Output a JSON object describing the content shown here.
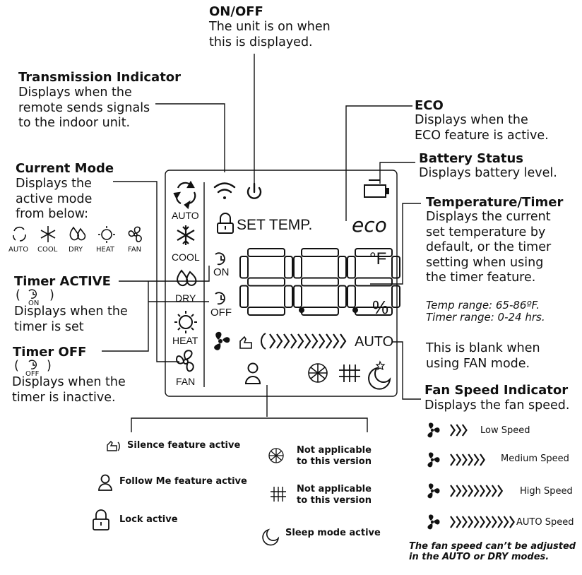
{
  "callouts": {
    "onoff": {
      "title": "ON/OFF",
      "desc": "The unit is on when\nthis is displayed."
    },
    "transmission": {
      "title": "Transmission Indicator",
      "desc": "Displays when the\nremote sends signals\nto the indoor unit."
    },
    "eco": {
      "title": "ECO",
      "desc": "Displays when the\nECO feature is active."
    },
    "battery": {
      "title": "Battery Status",
      "desc": "Displays battery level."
    },
    "current_mode": {
      "title": "Current Mode",
      "desc": "Displays the\nactive mode\nfrom below:"
    },
    "temp_timer": {
      "title": "Temperature/Timer",
      "desc": "Displays the current\nset temperature by\ndefault, or the timer\nsetting when using\nthe timer feature."
    },
    "ranges": "Temp range: 65-86ºF.\nTimer range: 0-24 hrs.",
    "timer_active": {
      "title": "Timer ACTIVE",
      "open": "(",
      "close": ")",
      "sub": "ON",
      "desc": "Displays when the\ntimer is set"
    },
    "timer_off": {
      "title": "Timer OFF",
      "open": "(",
      "close": ")",
      "sub": "OFF",
      "desc": "Displays when the\ntimer is inactive."
    },
    "blank_note": "This is blank when\nusing FAN mode.",
    "fan_speed": {
      "title": "Fan Speed Indicator",
      "desc": "Displays the fan speed."
    }
  },
  "modes": [
    "AUTO",
    "COOL",
    "DRY",
    "HEAT",
    "FAN"
  ],
  "display": {
    "set_temp": "SET TEMP.",
    "digits": "888",
    "unit": "°F",
    "percent": "%",
    "on": "ON",
    "off": "OFF",
    "auto": "AUTO",
    "eco": "eco"
  },
  "legend": {
    "silence": "Silence feature active",
    "follow_me": "Follow Me feature active",
    "lock": "Lock active",
    "na1": "Not applicable\nto this version",
    "na2": "Not applicable\nto this version",
    "sleep": "Sleep mode active"
  },
  "speeds": [
    "Low Speed",
    "Medium Speed",
    "High Speed",
    "AUTO Speed"
  ],
  "speed_bars": [
    3,
    6,
    9,
    11
  ],
  "footer_note": "The fan speed can’t be adjusted\nin the AUTO or DRY modes."
}
